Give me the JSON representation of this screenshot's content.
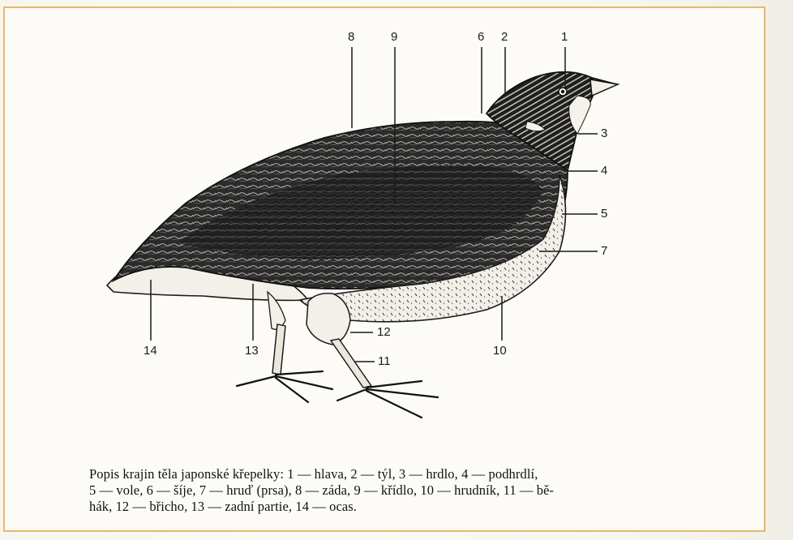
{
  "labels": {
    "n1": "1",
    "n2": "2",
    "n3": "3",
    "n4": "4",
    "n5": "5",
    "n6": "6",
    "n7": "7",
    "n8": "8",
    "n9": "9",
    "n10": "10",
    "n11": "11",
    "n12": "12",
    "n13": "13",
    "n14": "14"
  },
  "caption": {
    "line1": "Popis krajin těla japonské křepelky: 1 — hlava, 2 — týl, 3 — hrdlo, 4 — podhrdlí,",
    "line2": "5 — vole, 6 — šíje, 7 — hruď (prsa), 8 — záda, 9 — křídlo, 10 — hrudník, 11 — bě-",
    "line3": "hák, 12 — břicho, 13 — zadní partie, 14 — ocas."
  },
  "colors": {
    "frame": "#e9b86a",
    "ink": "#1a1a1a"
  }
}
